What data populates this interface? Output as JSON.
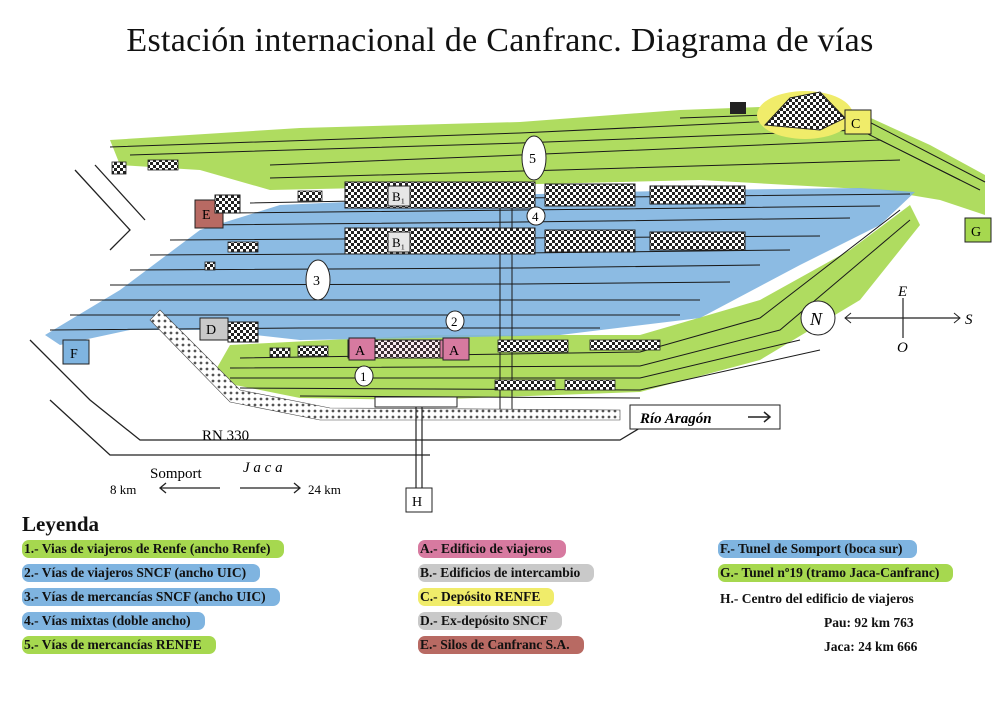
{
  "title": "Estación internacional de Canfranc. Diagrama de vías",
  "colors": {
    "renfe_green": "#a6d84f",
    "sncf_blue": "#7fb4e0",
    "edificio_pink": "#d77aa0",
    "deposito_yellow": "#f0ec6a",
    "ex_deposito_gray": "#c9c9c9",
    "silos_brown": "#b86a63",
    "track": "#1a1a1a"
  },
  "map": {
    "marker_A": "A",
    "marker_B1": "B₁",
    "marker_B2": "B₁",
    "marker_C": "C",
    "marker_D": "D",
    "marker_E": "E",
    "marker_F": "F",
    "marker_G": "G",
    "marker_H": "H",
    "track_1": "1",
    "track_2": "2",
    "track_3": "3",
    "track_4": "4",
    "track_5": "5",
    "road": "RN 330",
    "river": "Río Aragón",
    "somport": "Somport",
    "somport_km": "8 km",
    "jaca": "J a c a",
    "jaca_km": "24 km",
    "compass_n": "N",
    "compass_e": "E",
    "compass_s": "S",
    "compass_o": "O"
  },
  "legend": {
    "heading": "Leyenda",
    "items": [
      {
        "text": "1.- Vias de viajeros de Renfe (ancho Renfe)",
        "color": "#a6d84f"
      },
      {
        "text": "2.- Vías de viajeros SNCF (ancho UIC)",
        "color": "#7fb4e0"
      },
      {
        "text": "3.- Vías de mercancías SNCF (ancho UIC)",
        "color": "#7fb4e0"
      },
      {
        "text": "4.- Vías mixtas (doble ancho)",
        "color": "#7fb4e0"
      },
      {
        "text": "5.- Vías de mercancías RENFE",
        "color": "#a6d84f"
      },
      {
        "text": "A.- Edificio de viajeros",
        "color": "#d77aa0"
      },
      {
        "text": "B.- Edificios de intercambio",
        "color": "#c9c9c9"
      },
      {
        "text": "C.- Depósito RENFE",
        "color": "#f0ec6a"
      },
      {
        "text": "D.- Ex-depósito SNCF",
        "color": "#c9c9c9"
      },
      {
        "text": "E.- Silos de Canfranc S.A.",
        "color": "#b86a63"
      },
      {
        "text": "F.- Tunel de Somport (boca sur)",
        "color": "#7fb4e0"
      },
      {
        "text": "G.- Tunel nº19 (tramo Jaca-Canfranc)",
        "color": "#a6d84f"
      },
      {
        "text": "H.- Centro del edificio de viajeros",
        "color": ""
      }
    ],
    "pau": "Pau: 92 km 763",
    "jaca_pk": "Jaca: 24 km 666"
  }
}
